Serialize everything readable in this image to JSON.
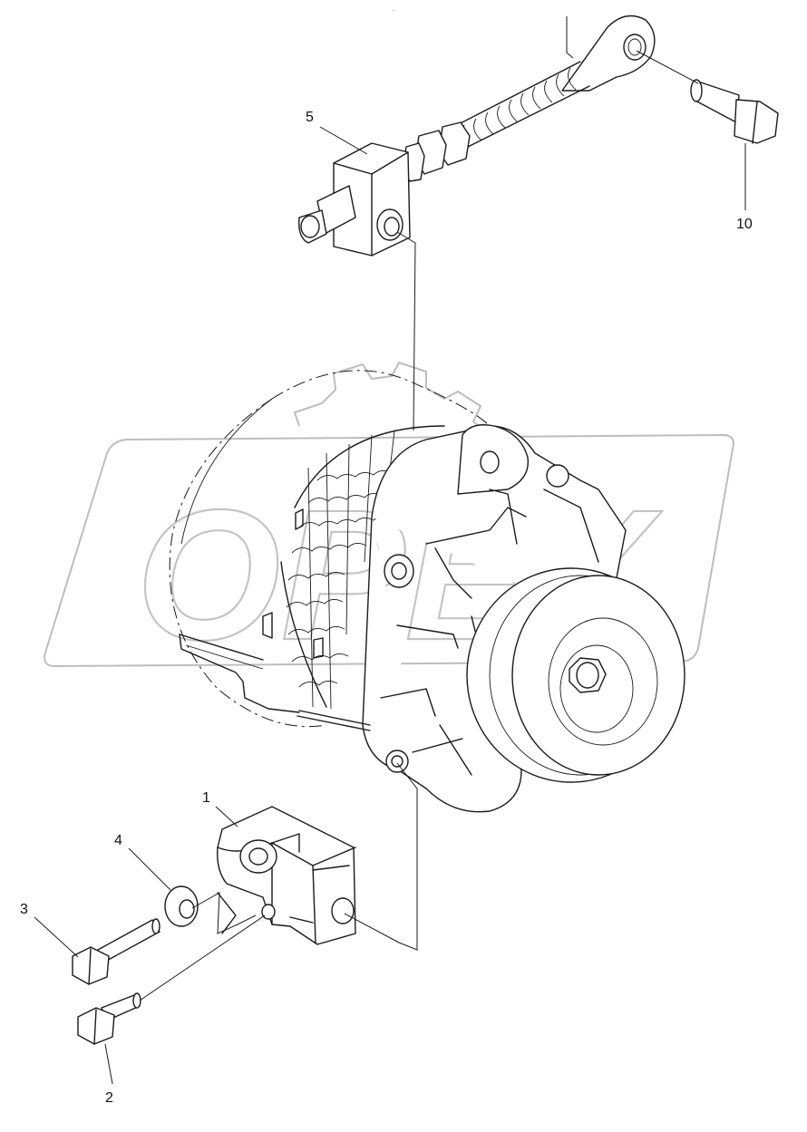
{
  "diagram": {
    "header_mark": "…",
    "watermark_text": "OPEX",
    "callouts": [
      {
        "id": "callout-1",
        "label": "1"
      },
      {
        "id": "callout-2",
        "label": "2"
      },
      {
        "id": "callout-3",
        "label": "3"
      },
      {
        "id": "callout-4",
        "label": "4"
      },
      {
        "id": "callout-5",
        "label": "5"
      },
      {
        "id": "callout-10",
        "label": "10"
      }
    ]
  }
}
